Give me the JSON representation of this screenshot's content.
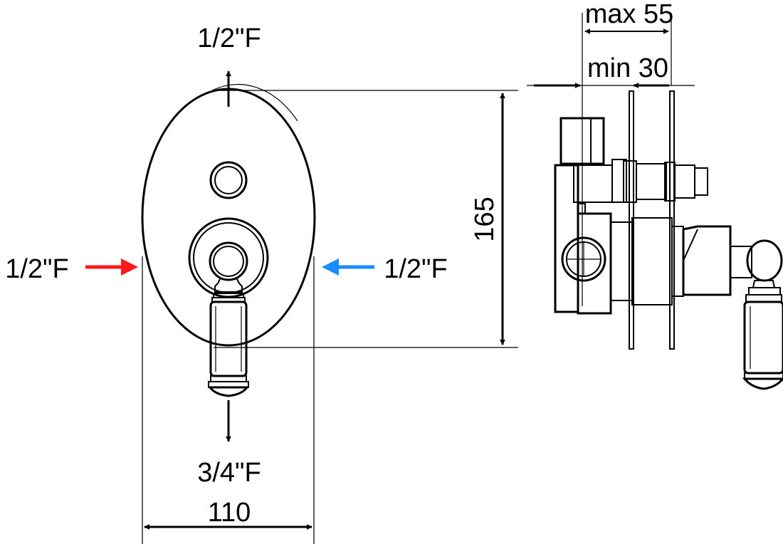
{
  "labels": {
    "outlet_top": "1/2\"F",
    "inlet_hot": "1/2\"F",
    "inlet_cold": "1/2\"F",
    "outlet_bottom": "3/4\"F",
    "width": "110",
    "height": "165",
    "depth_max": "max 55",
    "depth_min": "min 30"
  },
  "colors": {
    "hot": "#ff1a1a",
    "cold": "#1a8cff",
    "line": "#000000"
  }
}
